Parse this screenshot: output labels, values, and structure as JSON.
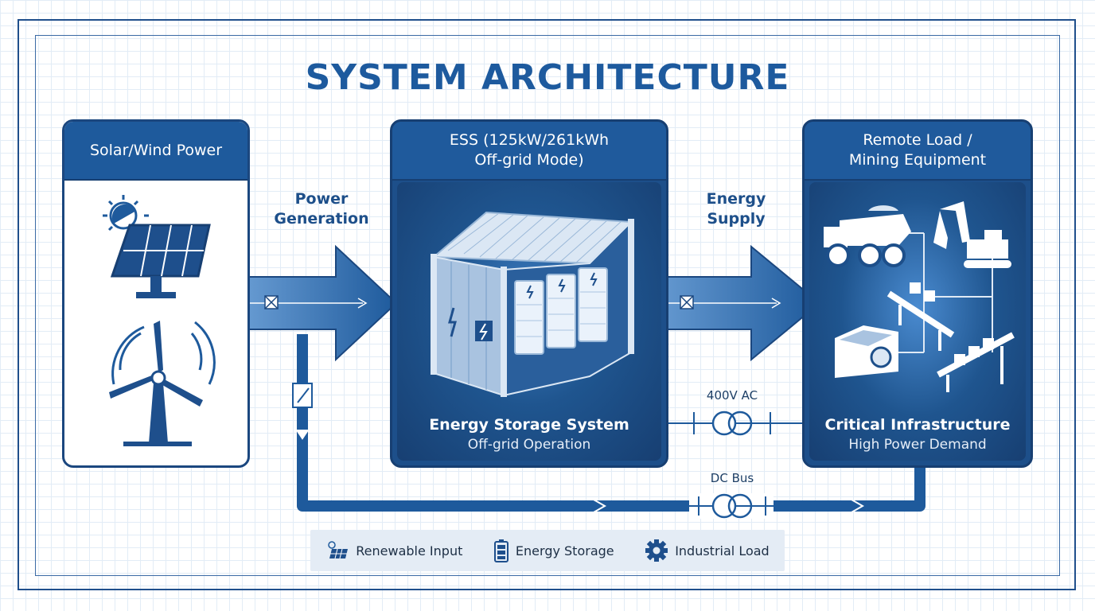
{
  "title": "SYSTEM ARCHITECTURE",
  "source_panel": {
    "title": "Solar/Wind Power"
  },
  "ess_panel": {
    "title_line1": "ESS (125kW/261kWh",
    "title_line2": "Off-grid Mode)",
    "caption_main": "Energy Storage System",
    "caption_sub": "Off-grid Operation"
  },
  "load_panel": {
    "title_line1": "Remote Load /",
    "title_line2": "Mining Equipment",
    "caption_main": "Critical Infrastructure",
    "caption_sub": "High Power Demand"
  },
  "flows": {
    "generation_line1": "Power",
    "generation_line2": "Generation",
    "supply_line1": "Energy",
    "supply_line2": "Supply"
  },
  "buses": {
    "ac": "400V AC",
    "dc": "DC Bus"
  },
  "legend": [
    {
      "label": "Renewable Input",
      "icon": "solar-panel-icon"
    },
    {
      "label": "Energy Storage",
      "icon": "battery-icon"
    },
    {
      "label": "Industrial Load",
      "icon": "gear-icon"
    }
  ],
  "colors": {
    "primary": "#1e5a9c",
    "dark": "#173f72",
    "accent": "#3f7fc4"
  }
}
